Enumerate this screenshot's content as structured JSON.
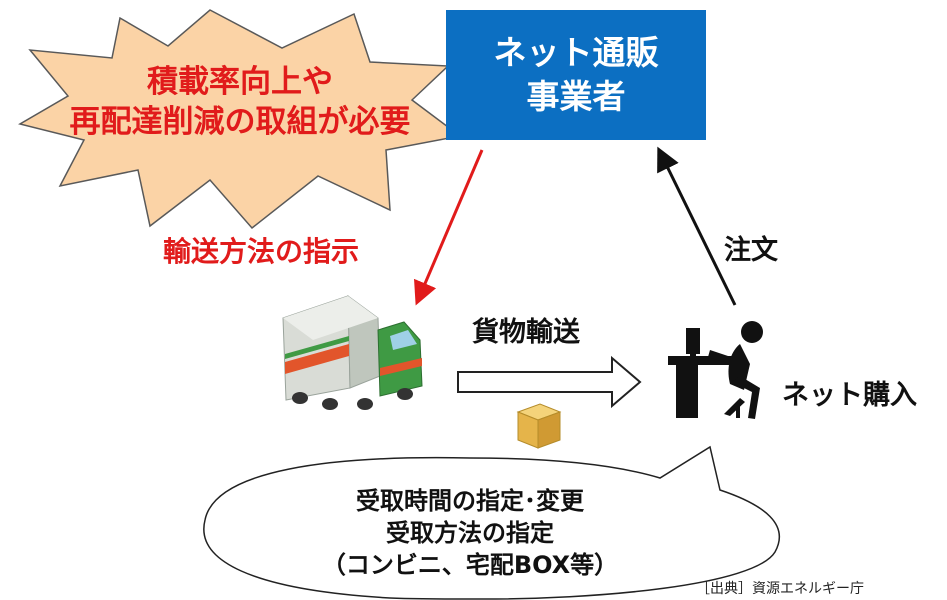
{
  "colors": {
    "burst_fill": "#fbd3a6",
    "burst_stroke": "#595959",
    "burst_text": "#e11b1b",
    "box_fill": "#0c6fc2",
    "box_text": "#ffffff",
    "red_arrow": "#e11b1b",
    "truck_green": "#3f9a44",
    "truck_stripe": "#e2552b"
  },
  "burst": {
    "line1": "積載率向上や",
    "line2": "再配達削減の取組が必要"
  },
  "operator_box": {
    "line1": "ネット通販",
    "line2": "事業者"
  },
  "labels": {
    "transport_instruction": "輸送方法の指示",
    "order": "注文",
    "cargo_transport": "貨物輸送",
    "net_purchase": "ネット購入"
  },
  "bubble": {
    "line1": "受取時間の指定･変更",
    "line2": "受取方法の指定",
    "line3": "（コンビニ、宅配BOX等）"
  },
  "icons": {
    "truck": "truck-icon",
    "parcel": "parcel-box-icon",
    "person": "person-at-computer-icon"
  },
  "source_note": "［出典］資源エネルギー庁"
}
